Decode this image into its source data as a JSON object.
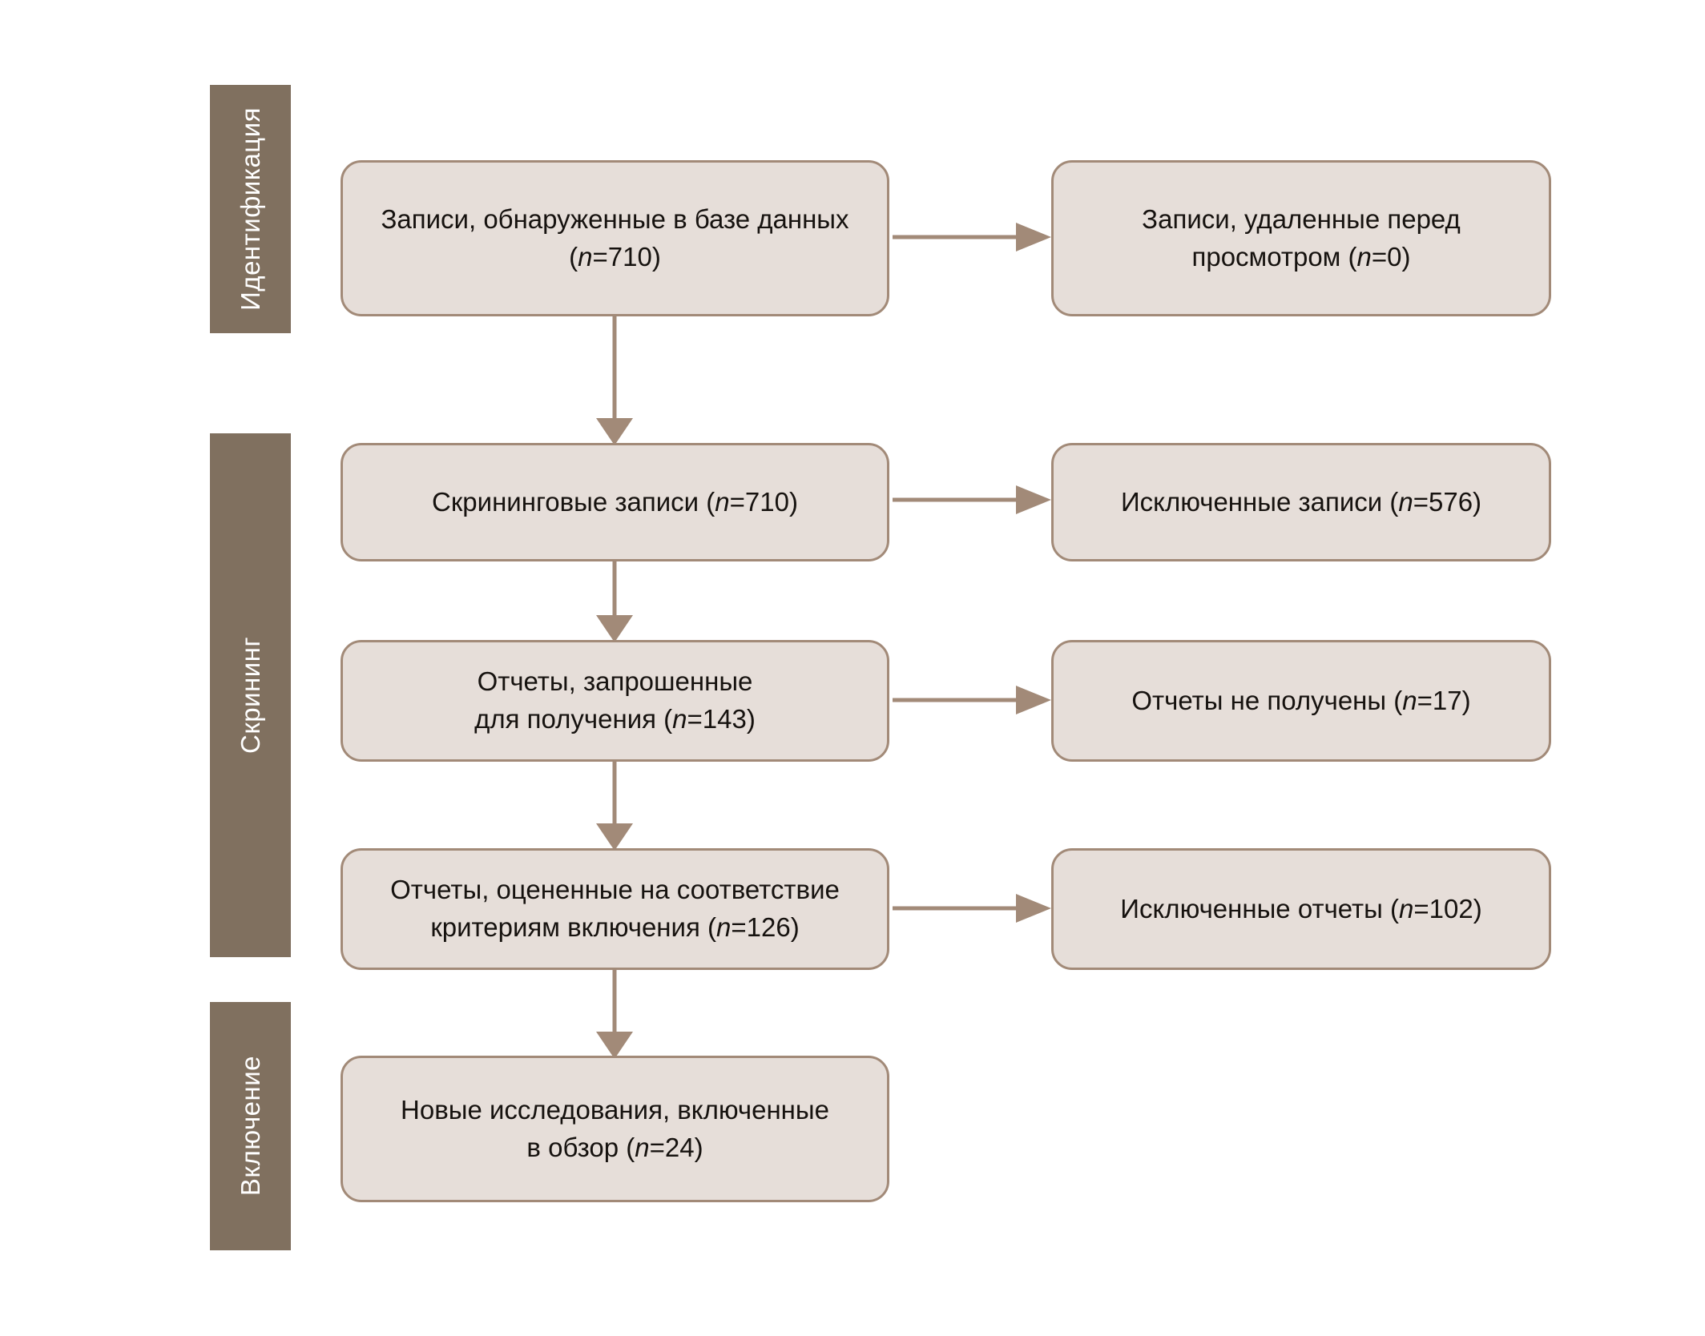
{
  "diagram": {
    "title": "PRISMA flow diagram",
    "colors": {
      "stage_bar": "#80705f",
      "stage_label_text": "#ffffff",
      "box_fill": "#e6ded9",
      "box_border": "#a28a78",
      "box_text": "#16120f",
      "connector": "#a28a78",
      "background": "#ffffff"
    }
  },
  "stages": [
    {
      "id": "identification",
      "label": "Идентификация"
    },
    {
      "id": "screening",
      "label": "Скрининг"
    },
    {
      "id": "inclusion",
      "label": "Включение"
    }
  ],
  "boxes": {
    "records_identified": {
      "line1": "Записи, обнаруженные в базе данных",
      "line2_prefix": "(",
      "line2_italic": "n",
      "line2_suffix": "=710)",
      "n_label": "n",
      "count": 710
    },
    "records_removed": {
      "line1": "Записи, удаленные перед",
      "line2_prefix": "просмотром (",
      "line2_italic": "n",
      "line2_suffix": "=0)",
      "n_label": "n",
      "count": 0
    },
    "records_screened": {
      "line1_prefix": "Скрининговые записи (",
      "line1_italic": "n",
      "line1_suffix": "=710)",
      "n_label": "n",
      "count": 710
    },
    "records_excluded": {
      "line1_prefix": "Исключенные записи (",
      "line1_italic": "n",
      "line1_suffix": "=576)",
      "n_label": "n",
      "count": 576
    },
    "reports_sought": {
      "line1": "Отчеты, запрошенные",
      "line2_prefix": "для получения (",
      "line2_italic": "n",
      "line2_suffix": "=143)",
      "n_label": "n",
      "count": 143
    },
    "reports_not_retrieved": {
      "line1_prefix": "Отчеты не получены (",
      "line1_italic": "n",
      "line1_suffix": "=17)",
      "n_label": "n",
      "count": 17
    },
    "reports_assessed": {
      "line1": "Отчеты, оцененные на соответствие",
      "line2_prefix": "критериям включения (",
      "line2_italic": "n",
      "line2_suffix": "=126)",
      "n_label": "n",
      "count": 126
    },
    "reports_excluded": {
      "line1_prefix": "Исключенные отчеты (",
      "line1_italic": "n",
      "line1_suffix": "=102)",
      "n_label": "n",
      "count": 102
    },
    "studies_included": {
      "line1": "Новые исследования, включенные",
      "line2_prefix": "в обзор (",
      "line2_italic": "n",
      "line2_suffix": "=24)",
      "n_label": "n",
      "count": 24
    }
  },
  "flow_data": {
    "type": "flowchart",
    "nodes": [
      {
        "id": "records_identified",
        "stage": "identification",
        "column": "left",
        "text": "Записи, обнаруженные в базе данных (n=710)",
        "n": 710
      },
      {
        "id": "records_removed",
        "stage": "identification",
        "column": "right",
        "text": "Записи, удаленные перед просмотром (n=0)",
        "n": 0
      },
      {
        "id": "records_screened",
        "stage": "screening",
        "column": "left",
        "text": "Скрининговые записи (n=710)",
        "n": 710
      },
      {
        "id": "records_excluded",
        "stage": "screening",
        "column": "right",
        "text": "Исключенные записи (n=576)",
        "n": 576
      },
      {
        "id": "reports_sought",
        "stage": "screening",
        "column": "left",
        "text": "Отчеты, запрошенные для получения (n=143)",
        "n": 143
      },
      {
        "id": "reports_not_retrieved",
        "stage": "screening",
        "column": "right",
        "text": "Отчеты не получены (n=17)",
        "n": 17
      },
      {
        "id": "reports_assessed",
        "stage": "screening",
        "column": "left",
        "text": "Отчеты, оцененные на соответствие критериям включения (n=126)",
        "n": 126
      },
      {
        "id": "reports_excluded",
        "stage": "screening",
        "column": "right",
        "text": "Исключенные отчеты (n=102)",
        "n": 102
      },
      {
        "id": "studies_included",
        "stage": "inclusion",
        "column": "left",
        "text": "Новые исследования, включенные в обзор (n=24)",
        "n": 24
      }
    ],
    "edges": [
      {
        "from": "records_identified",
        "to": "records_removed",
        "direction": "right"
      },
      {
        "from": "records_identified",
        "to": "records_screened",
        "direction": "down"
      },
      {
        "from": "records_screened",
        "to": "records_excluded",
        "direction": "right"
      },
      {
        "from": "records_screened",
        "to": "reports_sought",
        "direction": "down"
      },
      {
        "from": "reports_sought",
        "to": "reports_not_retrieved",
        "direction": "right"
      },
      {
        "from": "reports_sought",
        "to": "reports_assessed",
        "direction": "down"
      },
      {
        "from": "reports_assessed",
        "to": "reports_excluded",
        "direction": "right"
      },
      {
        "from": "reports_assessed",
        "to": "studies_included",
        "direction": "down"
      }
    ]
  }
}
